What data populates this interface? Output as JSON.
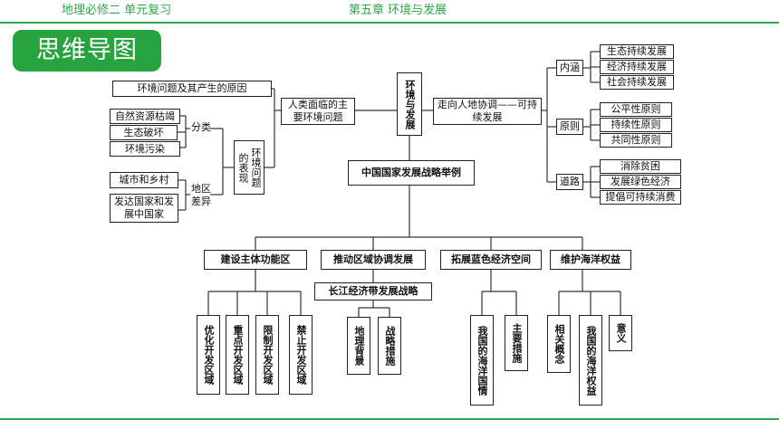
{
  "header": {
    "left": "地理必修二 单元复习",
    "center": "第五章  环境与发展"
  },
  "badge": "思维导图",
  "diagram": {
    "center": "环境与发展",
    "left_branch": {
      "title": "人类面临的主要环境问题",
      "cause": "环境问题及其产生的原因",
      "manifest": "环境问题的表现",
      "fenlei_label": "分类",
      "fenlei_items": [
        "自然资源枯竭",
        "生态破坏",
        "环境污染"
      ],
      "diqu_label": "地区差异",
      "diqu_items": [
        "城市和乡村",
        "发达国家和发展中国家"
      ]
    },
    "right_branch": {
      "title": "走向人地协调——可持续发展",
      "groups": [
        {
          "label": "内涵",
          "items": [
            "生态持续发展",
            "经济持续发展",
            "社会持续发展"
          ]
        },
        {
          "label": "原则",
          "items": [
            "公平性原则",
            "持续性原则",
            "共同性原则"
          ]
        },
        {
          "label": "道路",
          "items": [
            "消除贫困",
            "发展绿色经济",
            "提倡可持续消费"
          ]
        }
      ]
    },
    "strategy": {
      "title": "中国国家发展战略举例",
      "branches": [
        {
          "label": "建设主体功能区",
          "items": [
            "优化开发区域",
            "重点开发区域",
            "限制开发区域",
            "禁止开发区域"
          ]
        },
        {
          "label": "推动区域协调发展",
          "sub": "长江经济带发展战略",
          "items": [
            "地理背景",
            "战略措施"
          ]
        },
        {
          "label": "拓展蓝色经济空间",
          "items": [
            "我国的海洋国情",
            "主要措施"
          ]
        },
        {
          "label": "维护海洋权益",
          "items": [
            "相关概念",
            "我国的海洋权益",
            "意义"
          ]
        }
      ]
    }
  }
}
